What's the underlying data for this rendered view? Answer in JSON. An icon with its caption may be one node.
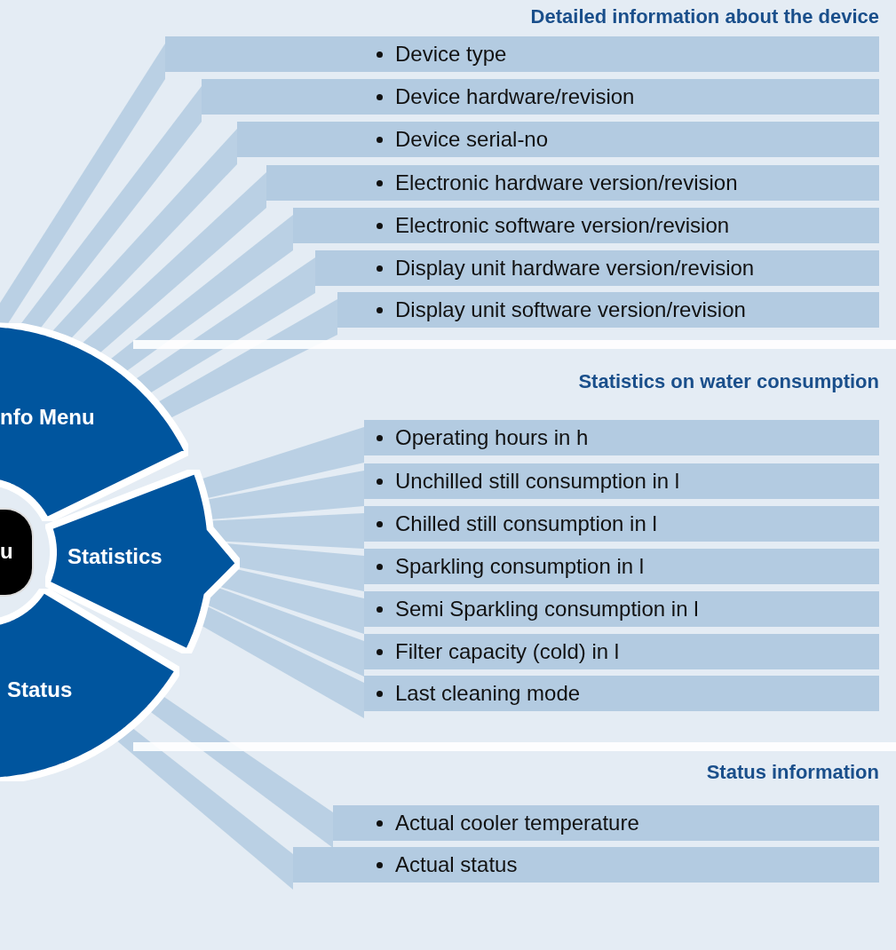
{
  "diagram": {
    "nodes": [
      {
        "text": [
          "u"
        ]
      },
      {
        "text": [
          "nfo Menu"
        ]
      },
      {
        "text": [
          "Statistics"
        ]
      },
      {
        "text": [
          "Status"
        ]
      },
      {
        "text": [
          "Detailed information about the device"
        ]
      },
      {
        "text": [
          "Device type"
        ],
        "in": 4
      },
      {
        "text": [
          "Device hardware/revision"
        ],
        "in": 4
      },
      {
        "text": [
          "Device serial-no"
        ],
        "in": 4
      },
      {
        "text": [
          "Electronic hardware version/revision"
        ],
        "in": 4
      },
      {
        "text": [
          "Electronic software version/revision"
        ],
        "in": 4
      },
      {
        "text": [
          "Display unit hardware version/revision"
        ],
        "in": 4
      },
      {
        "text": [
          "Display unit software version/revision"
        ],
        "in": 4
      },
      {
        "text": [
          "Statistics on water consumption"
        ]
      },
      {
        "text": [
          "Operating hours in h"
        ],
        "in": 12
      },
      {
        "text": [
          "Unchilled still consumption in l"
        ],
        "in": 12
      },
      {
        "text": [
          "Chilled still consumption in l"
        ],
        "in": 12
      },
      {
        "text": [
          "Sparkling consumption in l"
        ],
        "in": 12
      },
      {
        "text": [
          "Semi Sparkling consumption in l"
        ],
        "in": 12
      },
      {
        "text": [
          "Filter capacity (cold) in l"
        ],
        "in": 12
      },
      {
        "text": [
          "Last cleaning mode"
        ],
        "in": 12
      },
      {
        "text": [
          "Status information"
        ]
      },
      {
        "text": [
          "Actual cooler temperature"
        ],
        "in": 20
      },
      {
        "text": [
          "Actual status"
        ],
        "in": 20
      }
    ],
    "edges": [
      {
        "from": 1,
        "to": 5,
        "arrow": "none"
      },
      {
        "from": 1,
        "to": 6,
        "arrow": "none"
      },
      {
        "from": 1,
        "to": 7,
        "arrow": "none"
      },
      {
        "from": 1,
        "to": 8,
        "arrow": "none"
      },
      {
        "from": 1,
        "to": 9,
        "arrow": "none"
      },
      {
        "from": 1,
        "to": 10,
        "arrow": "none"
      },
      {
        "from": 1,
        "to": 11,
        "arrow": "none"
      },
      {
        "from": 2,
        "to": 13,
        "arrow": "none"
      },
      {
        "from": 2,
        "to": 14,
        "arrow": "none"
      },
      {
        "from": 2,
        "to": 15,
        "arrow": "none"
      },
      {
        "from": 2,
        "to": 16,
        "arrow": "none"
      },
      {
        "from": 2,
        "to": 17,
        "arrow": "none"
      },
      {
        "from": 2,
        "to": 18,
        "arrow": "none"
      },
      {
        "from": 2,
        "to": 19,
        "arrow": "none"
      },
      {
        "from": 3,
        "to": 21,
        "arrow": "none"
      },
      {
        "from": 3,
        "to": 22,
        "arrow": "none"
      }
    ]
  }
}
